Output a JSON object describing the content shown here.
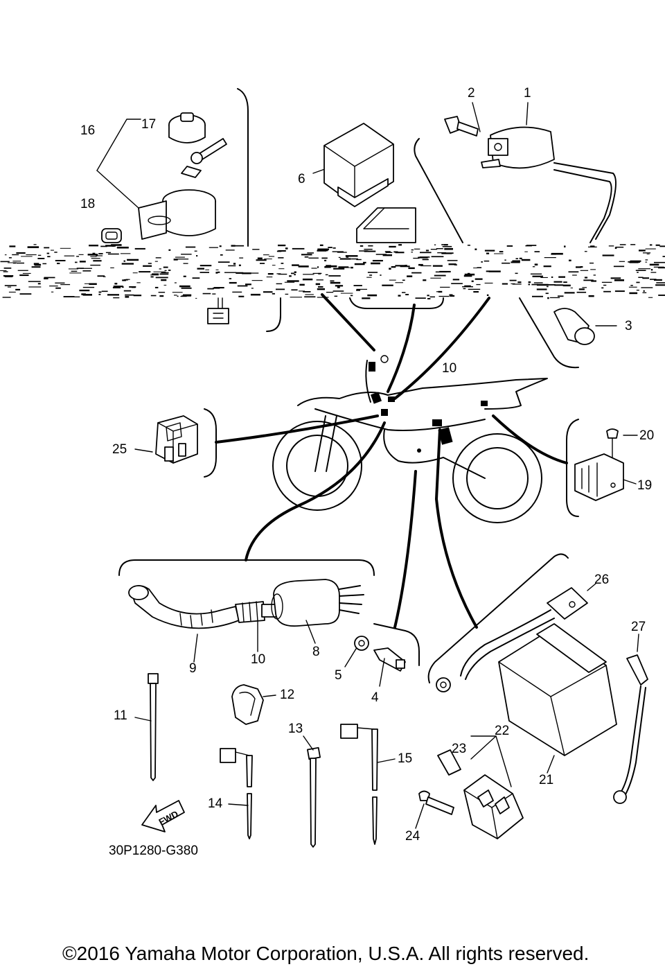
{
  "diagram": {
    "code": "30P1280-G380",
    "fwd_label": "FWD",
    "callouts": [
      "1",
      "2",
      "3",
      "4",
      "5",
      "6",
      "8",
      "9",
      "10",
      "10",
      "11",
      "12",
      "13",
      "14",
      "15",
      "16",
      "17",
      "18",
      "19",
      "20",
      "21",
      "22",
      "23",
      "24",
      "25",
      "26",
      "27"
    ]
  },
  "footer": {
    "copyright": "©2016 Yamaha Motor Corporation, U.S.A. All rights reserved."
  }
}
